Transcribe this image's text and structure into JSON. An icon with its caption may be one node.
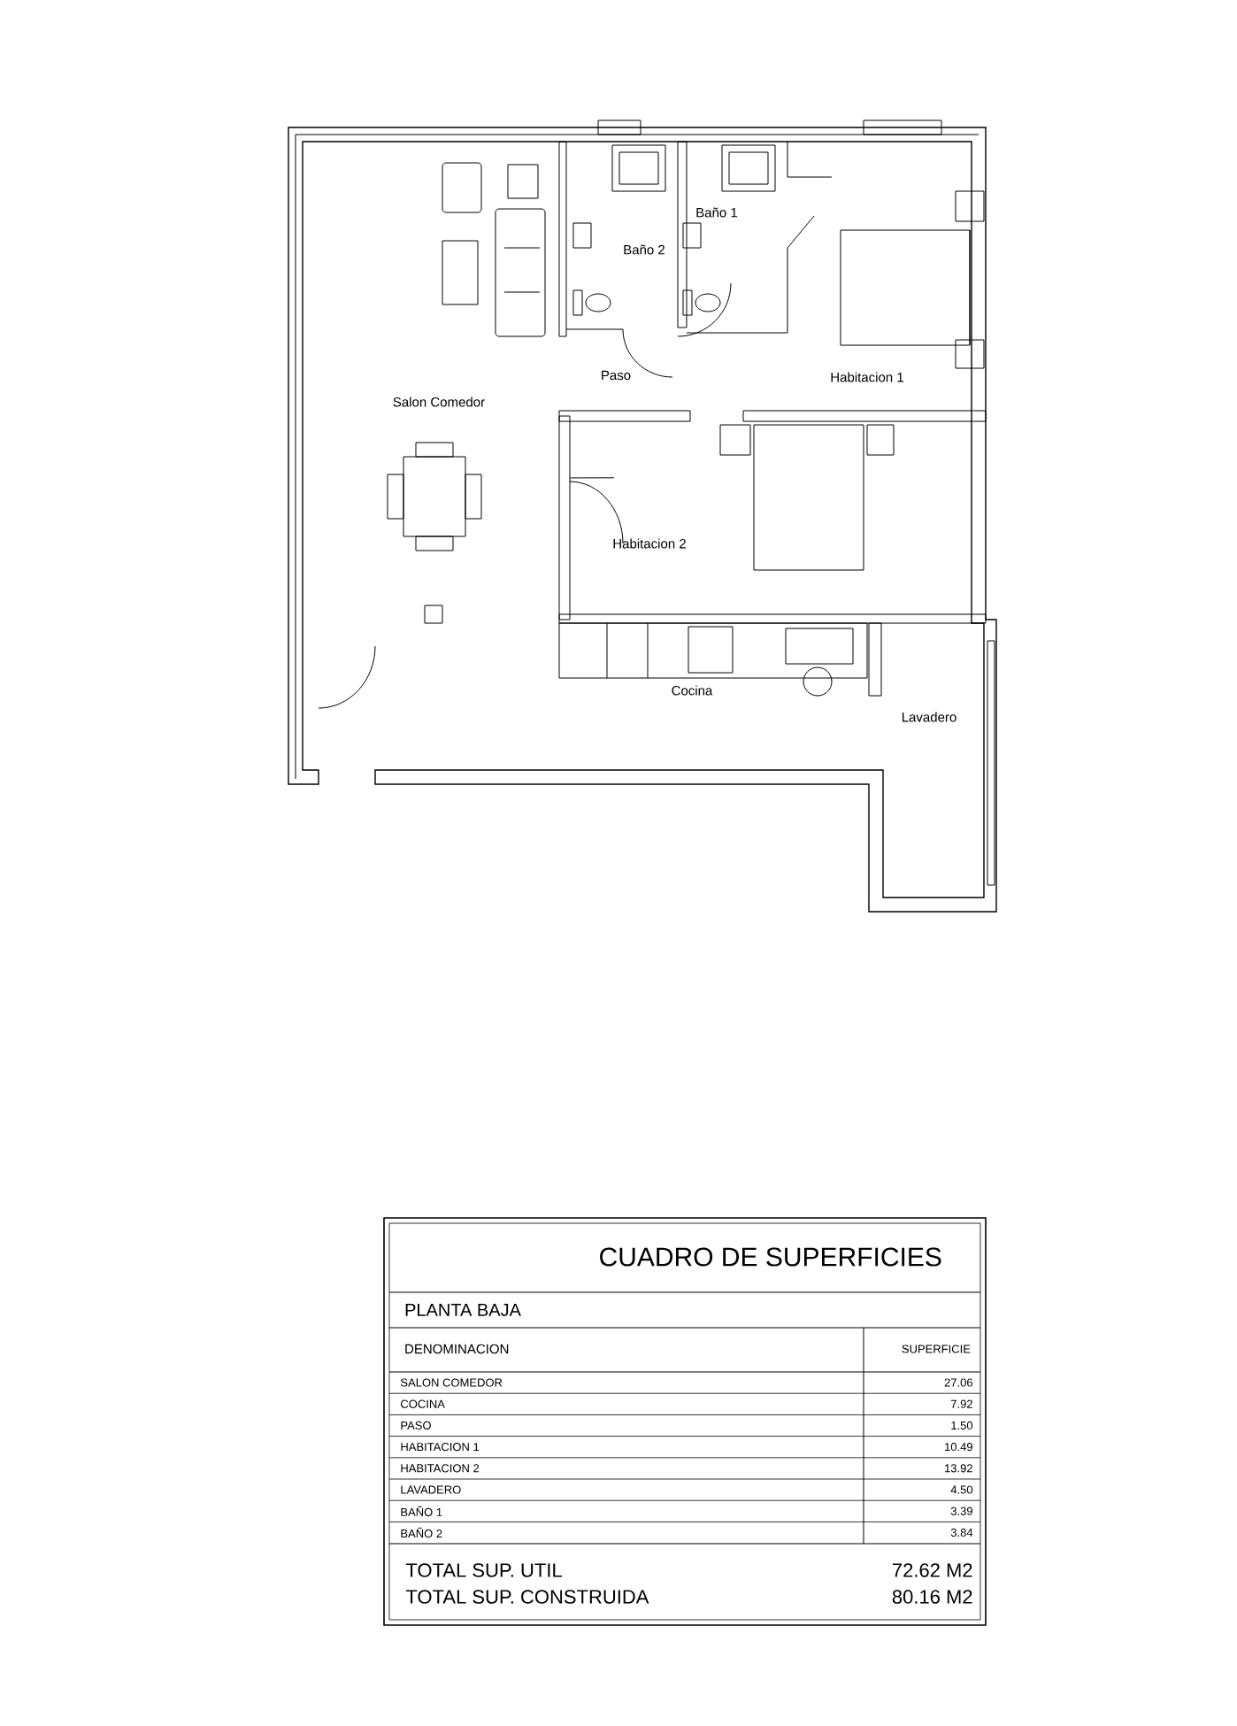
{
  "diagram": {
    "labels": [
      "Baño 2",
      "Baño 1",
      "Paso",
      "Salon Comedor",
      "Habitacion 1",
      "Habitacion 2",
      "Cocina",
      "Lavadero",
      "CUADRO DE SUPERFICIES",
      "PLANTA BAJA",
      "DENOMINACION",
      "SUPERFICIE",
      "SALON COMEDOR",
      "27.06",
      "COCINA",
      "7.92",
      "PASO",
      "1.50",
      "HABITACION 1",
      "10.49",
      "HABITACION 2",
      "13.92",
      "LAVADERO",
      "4.50",
      "BAÑO 1",
      "3.39",
      "BAÑO 2",
      "3.84",
      "TOTAL SUP. UTIL",
      "72.62 M2",
      "TOTAL SUP. CONSTRUIDA",
      "80.16 M2"
    ]
  }
}
